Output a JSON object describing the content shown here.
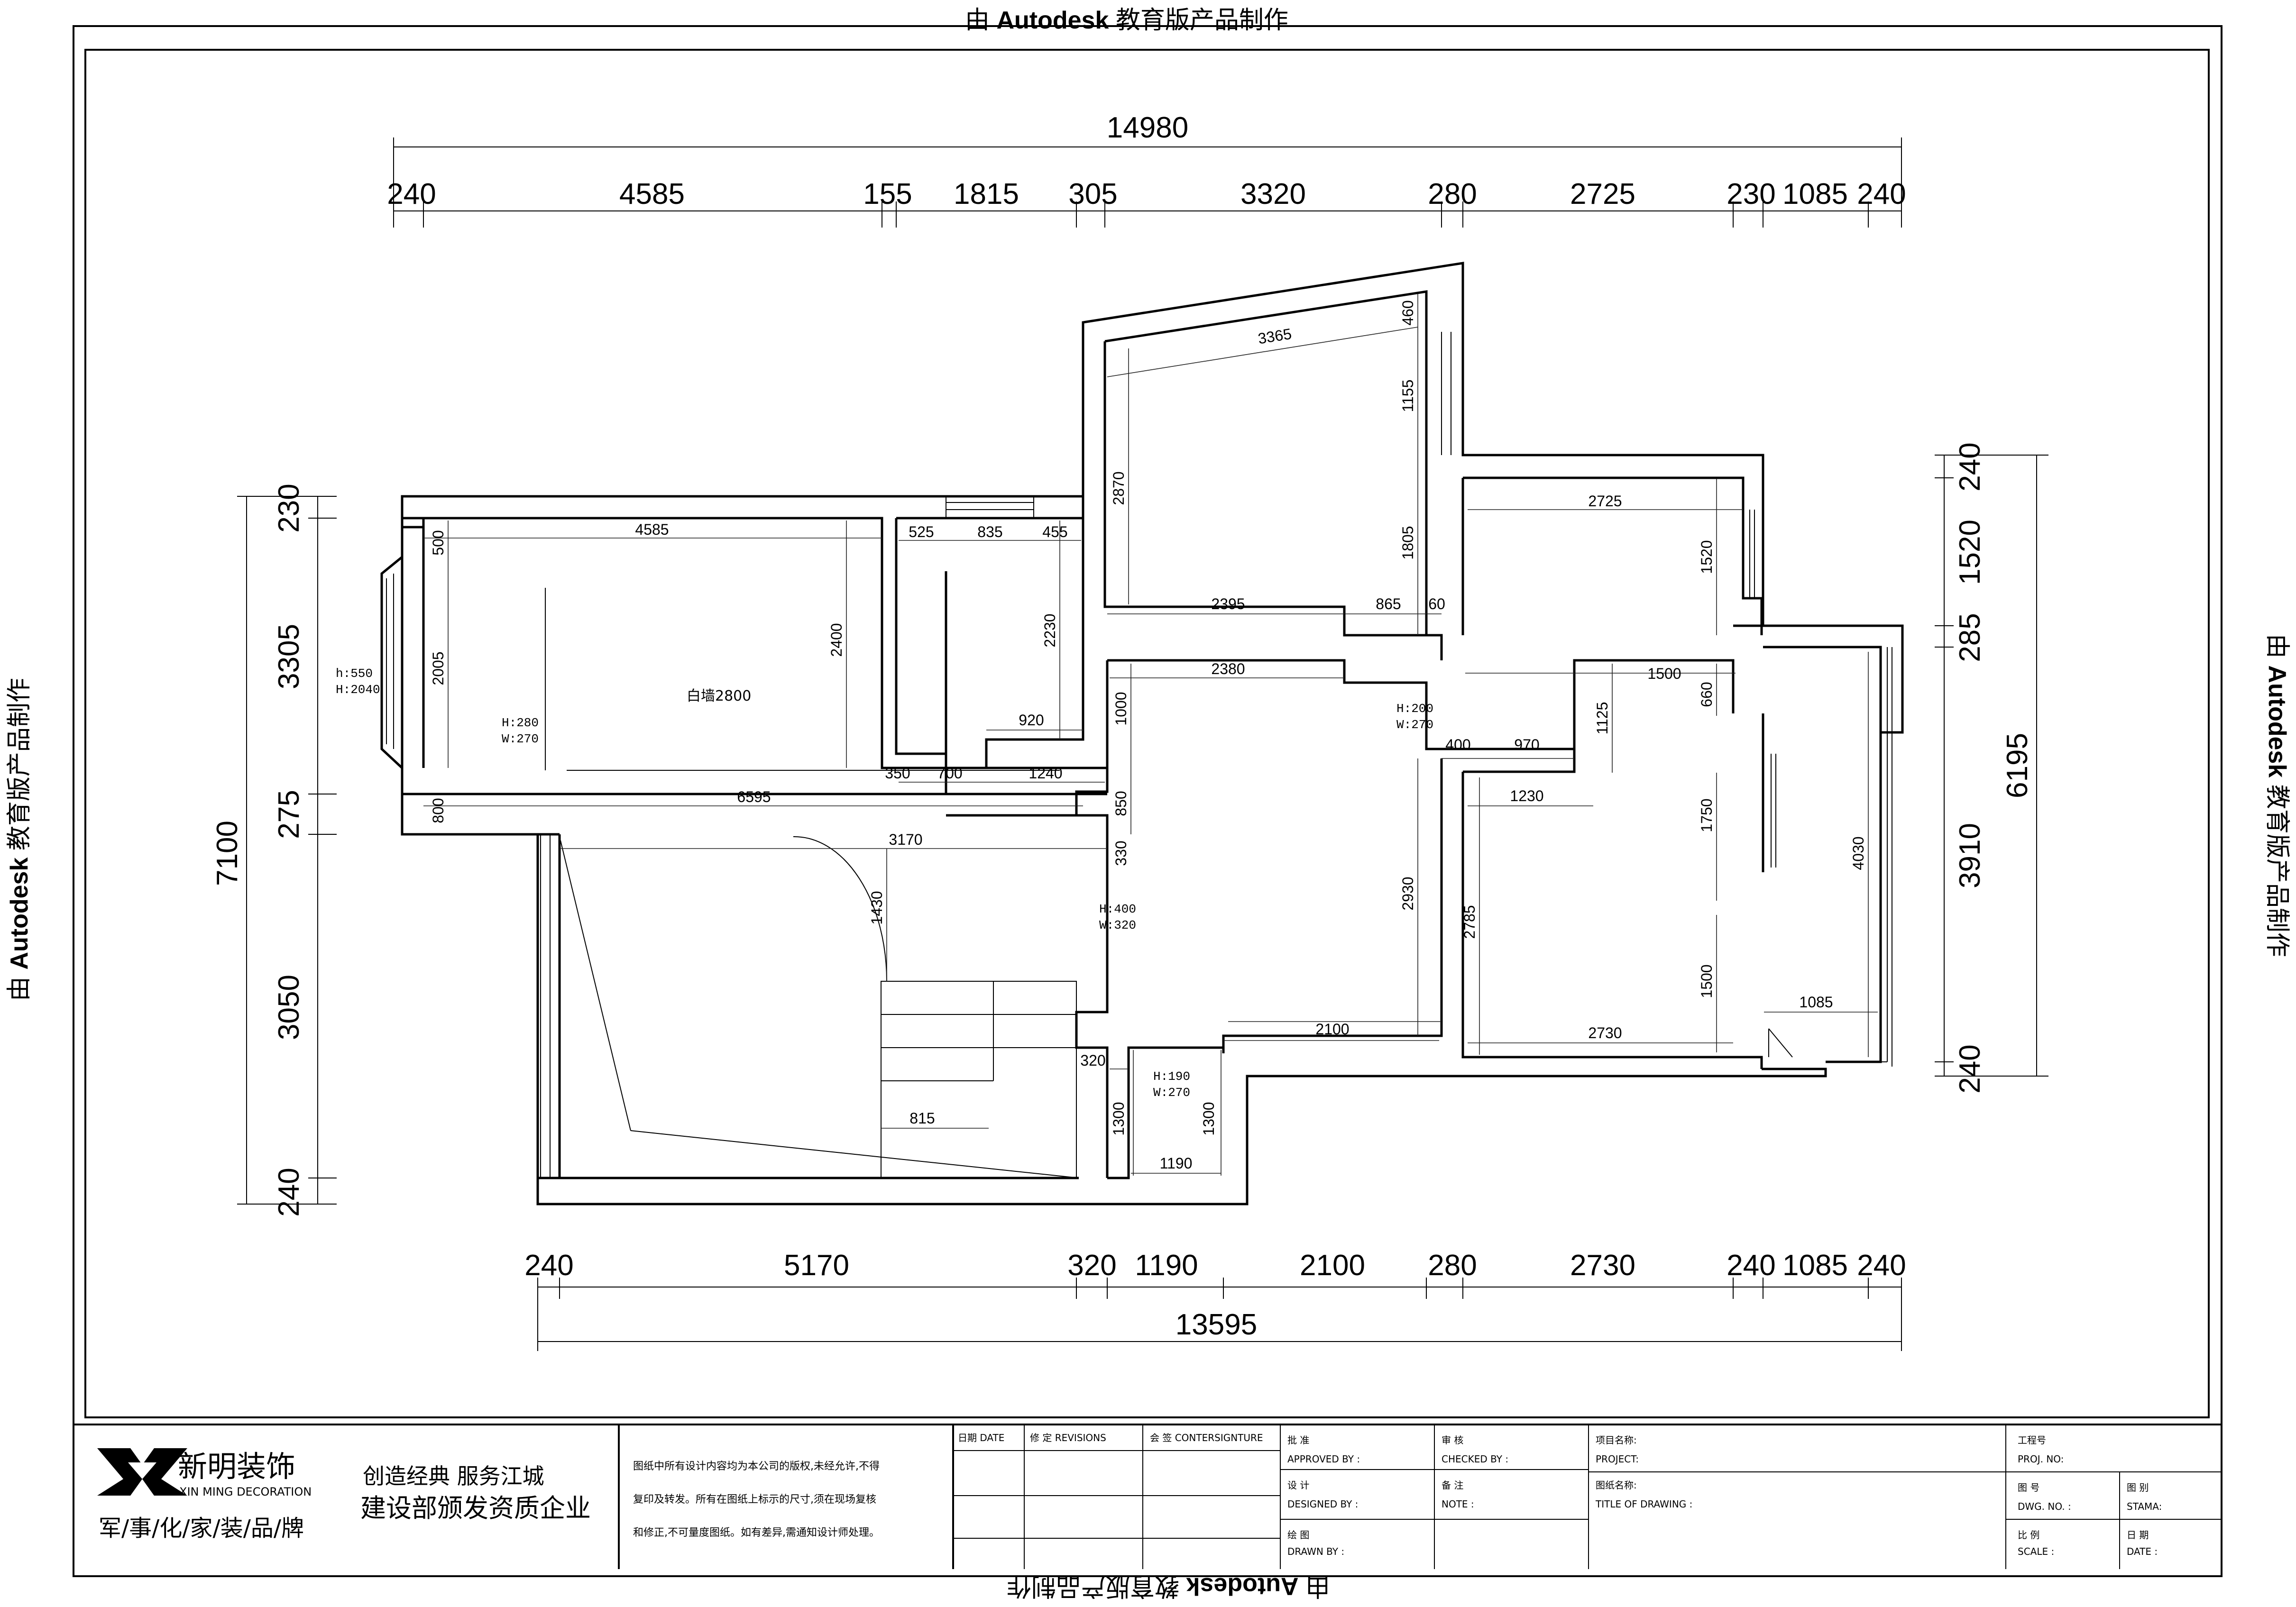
{
  "watermark": {
    "prefix": "由",
    "brand": "Autodesk",
    "suffix": "教育版产品制作"
  },
  "overall_dims": {
    "top_total": "14980",
    "bottom_total": "13595",
    "left_total": "7100",
    "right_total": "6195"
  },
  "top_dims": [
    "240",
    "4585",
    "155",
    "1815",
    "305",
    "3320",
    "280",
    "2725",
    "230",
    "1085",
    "240"
  ],
  "bottom_dims": [
    "240",
    "5170",
    "320",
    "1190",
    "2100",
    "280",
    "2730",
    "240",
    "1085",
    "240"
  ],
  "left_dims": [
    "230",
    "3305",
    "275",
    "3050",
    "240"
  ],
  "right_dims": [
    "240",
    "1520",
    "285",
    "3910",
    "240"
  ],
  "interior_dims": {
    "d3365": "3365",
    "d460": "460",
    "d1155": "1155",
    "d2870": "2870",
    "d1805": "1805",
    "d2395": "2395",
    "d865": "865",
    "d60": "60",
    "d2725": "2725",
    "d1520": "1520",
    "d4585": "4585",
    "d500": "500",
    "d2005": "2005",
    "d800": "800",
    "d2400": "2400",
    "d6595": "6595",
    "d525": "525",
    "d835": "835",
    "d455": "455",
    "d2230": "2230",
    "d920": "920",
    "d350": "350",
    "d700": "700",
    "d1240": "1240",
    "d1000": "1000",
    "d2380": "2380",
    "d850": "850",
    "d330": "330",
    "d400": "400",
    "d970": "970",
    "d1500a": "1500",
    "d660": "660",
    "d1125": "1125",
    "d1230": "1230",
    "d1750": "1750",
    "d4030": "4030",
    "d2785": "2785",
    "d2930": "2930",
    "d1500b": "1500",
    "d1085": "1085",
    "d2730": "2730",
    "d3170": "3170",
    "d1430": "1430",
    "d320": "320",
    "d2100": "2100",
    "d815": "815",
    "d1300a": "1300",
    "d1300b": "1300",
    "d1190": "1190"
  },
  "notes": {
    "window_h": "h:550",
    "window_H": "H:2040",
    "door1_h": "H:280",
    "door1_w": "W:270",
    "white_wall": "白墙2800",
    "door2_h": "H:200",
    "door2_w": "W:270",
    "door3_h": "H:400",
    "door3_w": "W:320",
    "door4_h": "H:190",
    "door4_w": "W:270"
  },
  "title_block": {
    "company_cn": "新明装饰",
    "company_en": "XIN MING DECORATION",
    "motto1": "创造经典   服务江城",
    "motto2": "建设部颁发资质企业",
    "motto3": "军/事/化/家/装/品/牌",
    "disclaimer1": "图纸中所有设计内容均为本公司的版权,未经允许,不得",
    "disclaimer2": "复印及转发。所有在图纸上标示的尺寸,须在现场复核",
    "disclaimer3": "和修正,不可量度图纸。如有差异,需通知设计师处理。",
    "date_label": "日期  DATE",
    "revisions_label": "修 定  REVISIONS",
    "signature_label": "会 签  CONTERSIGNTURE",
    "approved_cn": "批  准",
    "approved_en": "APPROVED BY :",
    "designed_cn": "设  计",
    "designed_en": "DESIGNED BY :",
    "drawn_cn": "绘  图",
    "drawn_en": "DRAWN BY :",
    "checked_cn": "审  核",
    "checked_en": "CHECKED BY :",
    "note_cn": "备 注",
    "note_en": "NOTE :",
    "project_cn": "项目名称:",
    "project_en": "PROJECT:",
    "drawing_cn": "图纸名称:",
    "drawing_en": "TITLE OF DRAWING :",
    "projno_cn": "工程号",
    "projno_en": "PROJ. NO:",
    "dwgno_cn": "图  号",
    "dwgno_en": "DWG. NO. :",
    "stage_cn": "图  别",
    "stage_en": "STAMA:",
    "scale_cn": "比  例",
    "scale_en": "SCALE :",
    "date2_cn": "日  期",
    "date2_en": "DATE :"
  }
}
